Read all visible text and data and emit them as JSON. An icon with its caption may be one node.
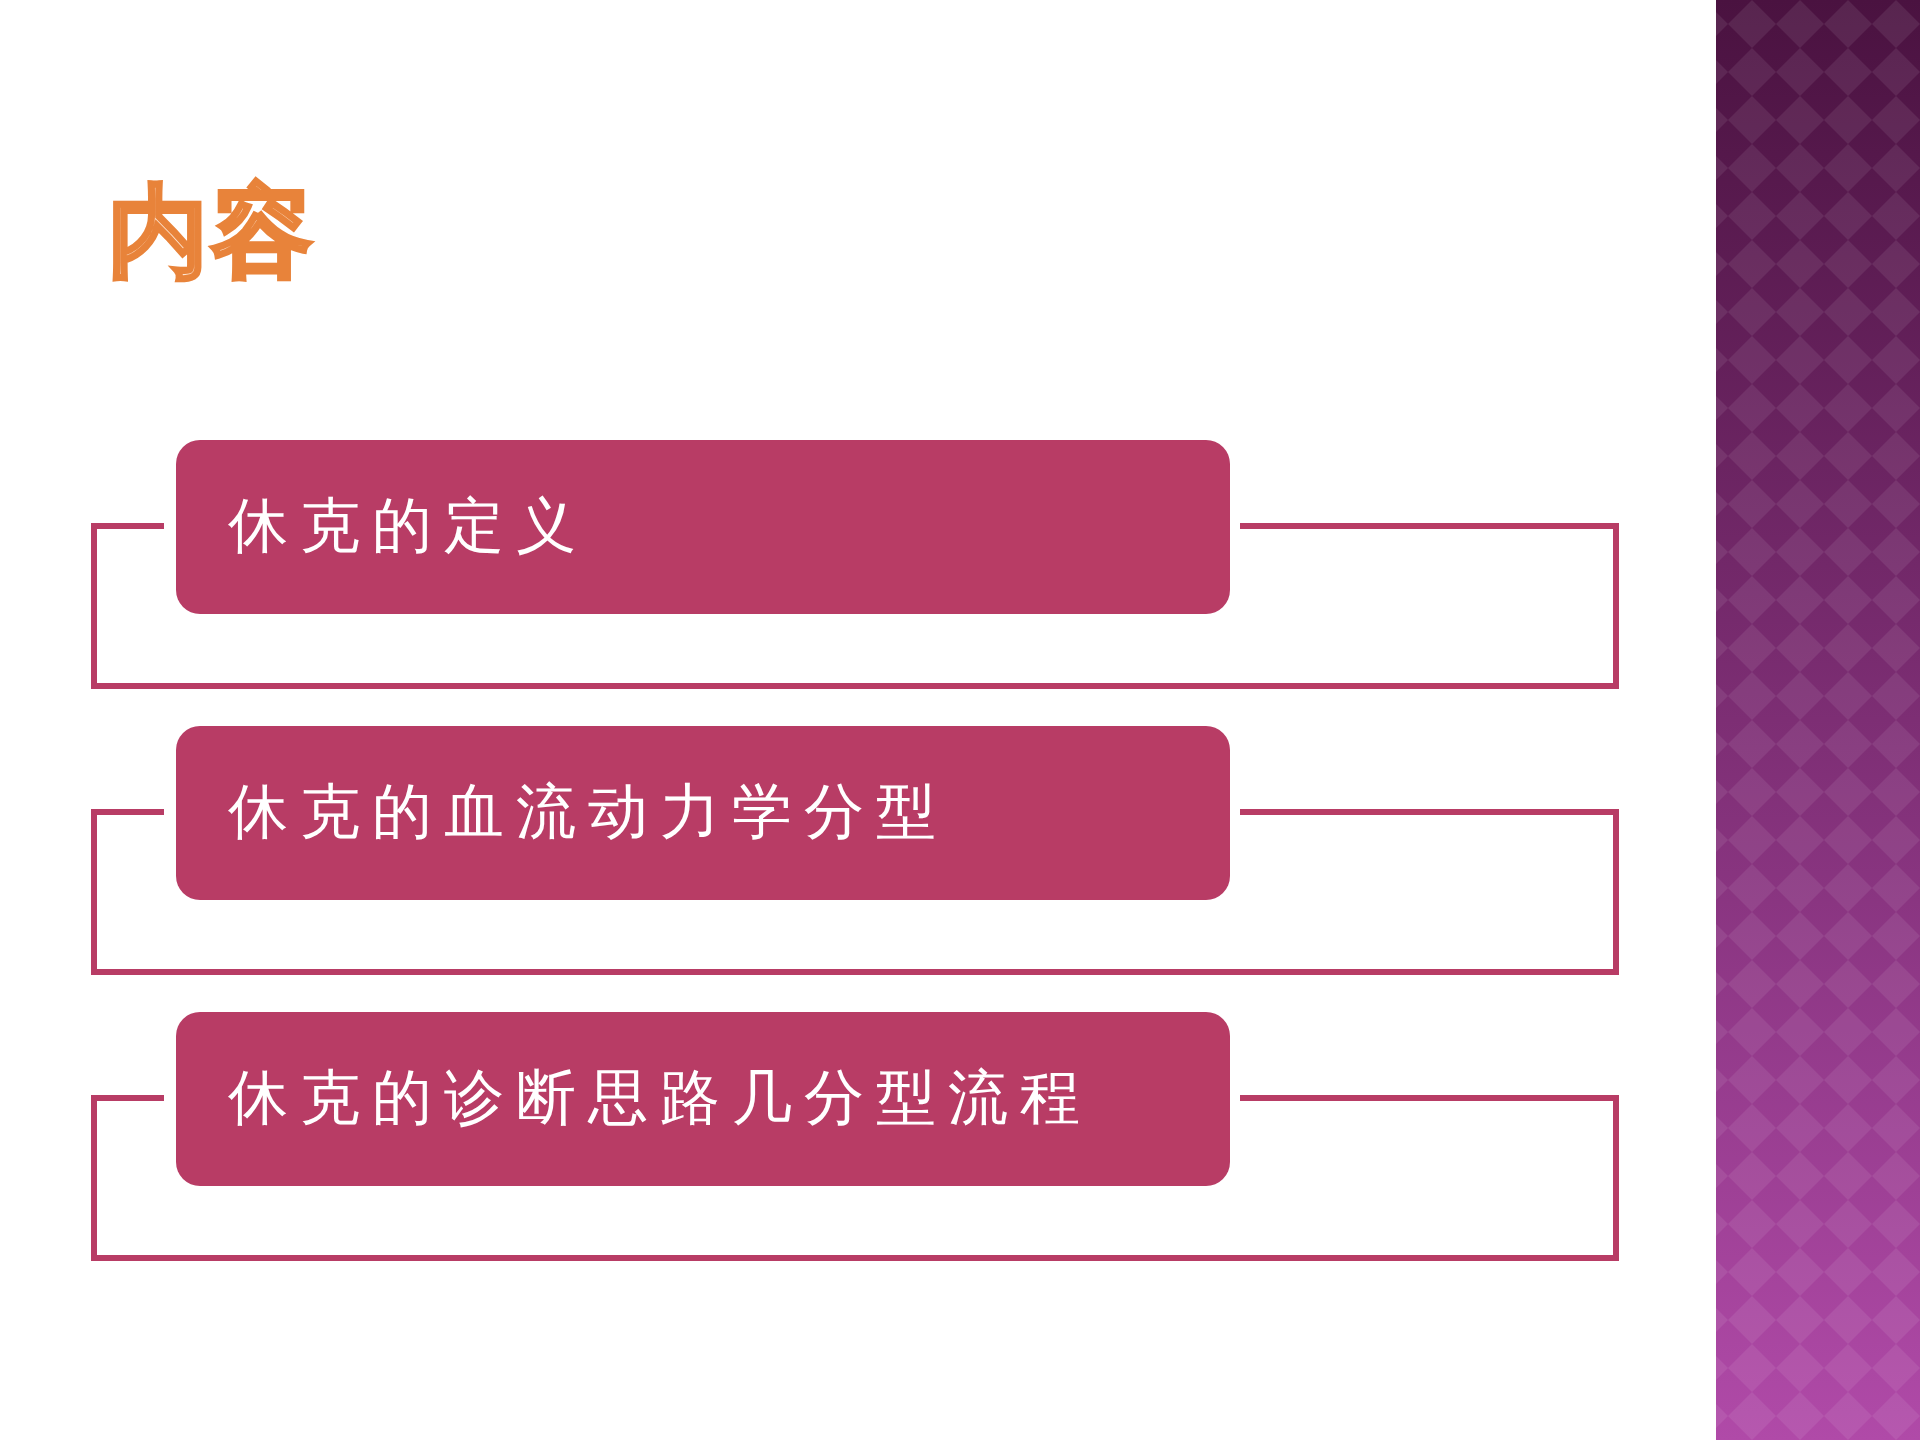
{
  "diagram": {
    "title": "内容",
    "nodes": [
      {
        "text": [
          "休克的定义"
        ]
      },
      {
        "text": [
          "休克的血流动力学分型"
        ]
      },
      {
        "text": [
          "休克的诊断思路几分型流程"
        ]
      }
    ]
  }
}
